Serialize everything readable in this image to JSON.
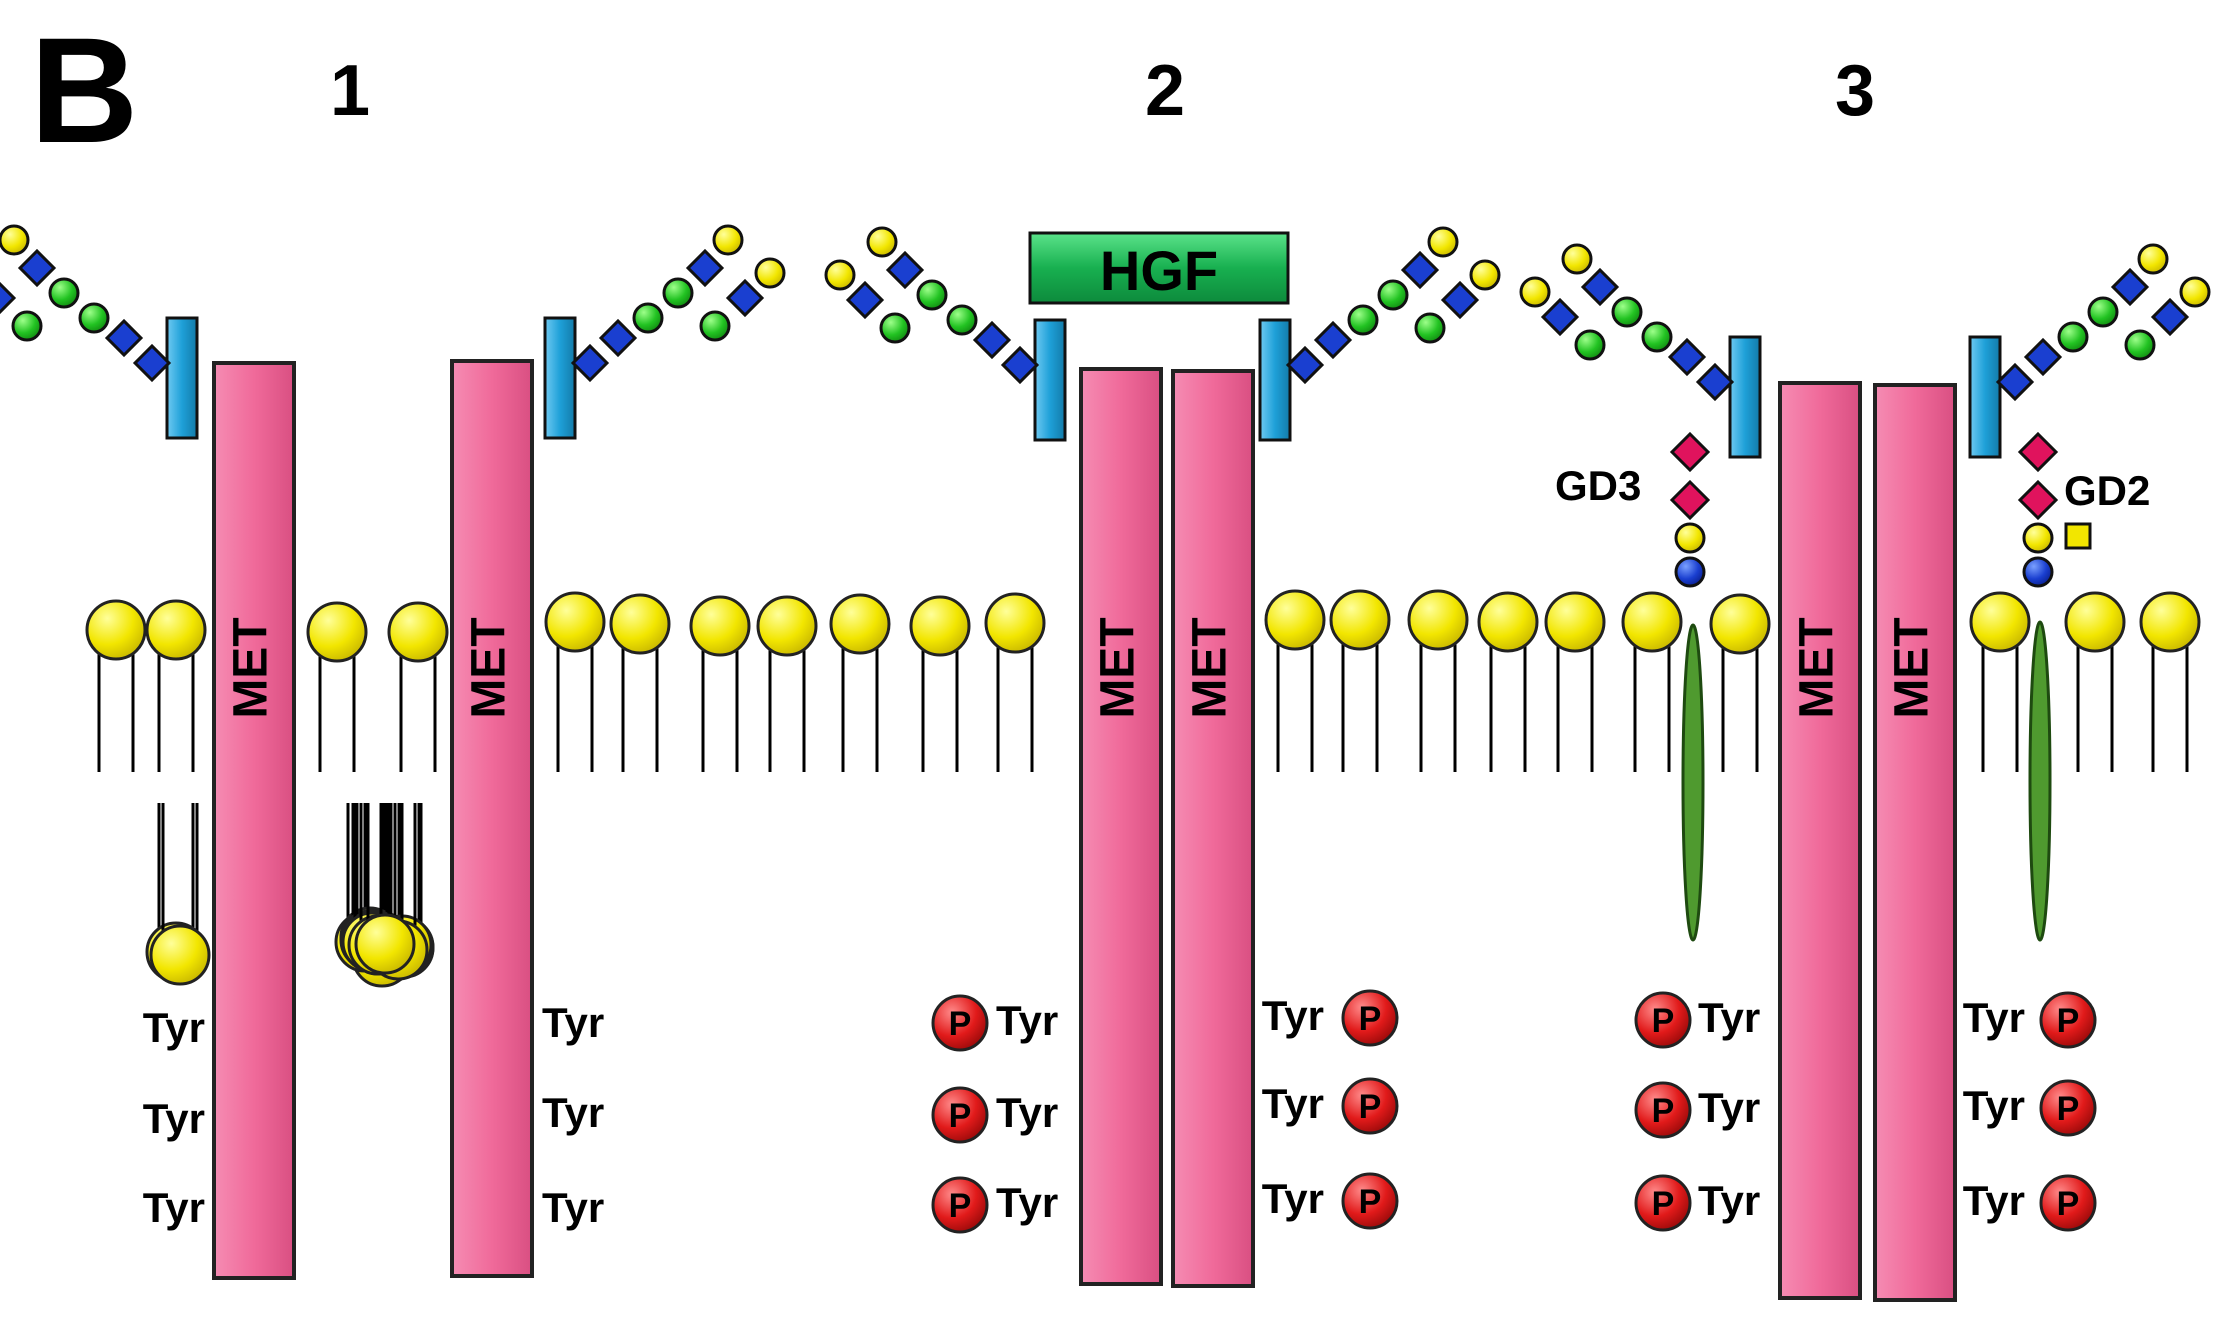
{
  "figure": {
    "panel_label": "B",
    "scenario_labels": [
      "1",
      "2",
      "3"
    ],
    "receptor_label": "MET",
    "ligand_label": "HGF",
    "residue_label": "Tyr",
    "phospho_label": "P",
    "ganglioside_labels": [
      "GD3",
      "GD2"
    ]
  },
  "colors": {
    "met_fill": "#f06a9a",
    "lipid_head": "#f2e600",
    "hgf_fill": "#18b050",
    "anchor_blue": "#1ea0d8",
    "glycan_blue_square": "#1a3fd0",
    "glycan_green_circle": "#22c322",
    "glycan_yellow_circle": "#f2e600",
    "sialic_acid": "#e0135d",
    "phospho_red": "#e11a1a",
    "ganglioside_tail": "#4f9a2f"
  },
  "icons": [
    "n-glycan-tree",
    "lipid-bilayer",
    "phosphate-circle",
    "ganglioside-chain"
  ]
}
